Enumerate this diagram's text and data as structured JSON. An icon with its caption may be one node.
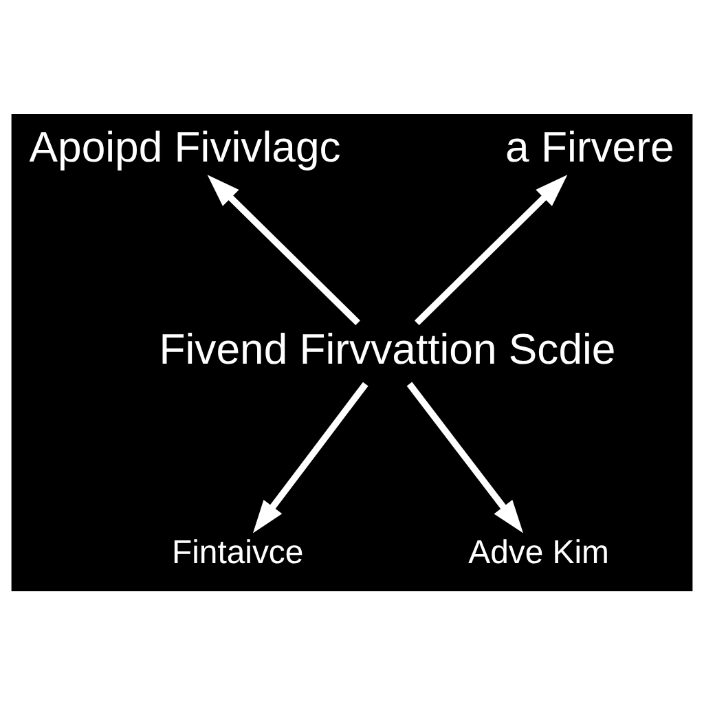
{
  "diagram": {
    "nodes": [
      {
        "text": [
          "Apoipd Fivivlagc"
        ]
      },
      {
        "text": [
          "a Firvere"
        ]
      },
      {
        "text": [
          "Fivend Firvvattion Scdie"
        ]
      },
      {
        "text": [
          "Fintaivce"
        ]
      },
      {
        "text": [
          "Adve Kim"
        ]
      }
    ],
    "edges": [
      {
        "from": 2,
        "to": 0,
        "arrow": "to"
      },
      {
        "from": 2,
        "to": 1,
        "arrow": "to"
      },
      {
        "from": 2,
        "to": 3,
        "arrow": "to"
      },
      {
        "from": 2,
        "to": 4,
        "arrow": "to"
      }
    ]
  }
}
